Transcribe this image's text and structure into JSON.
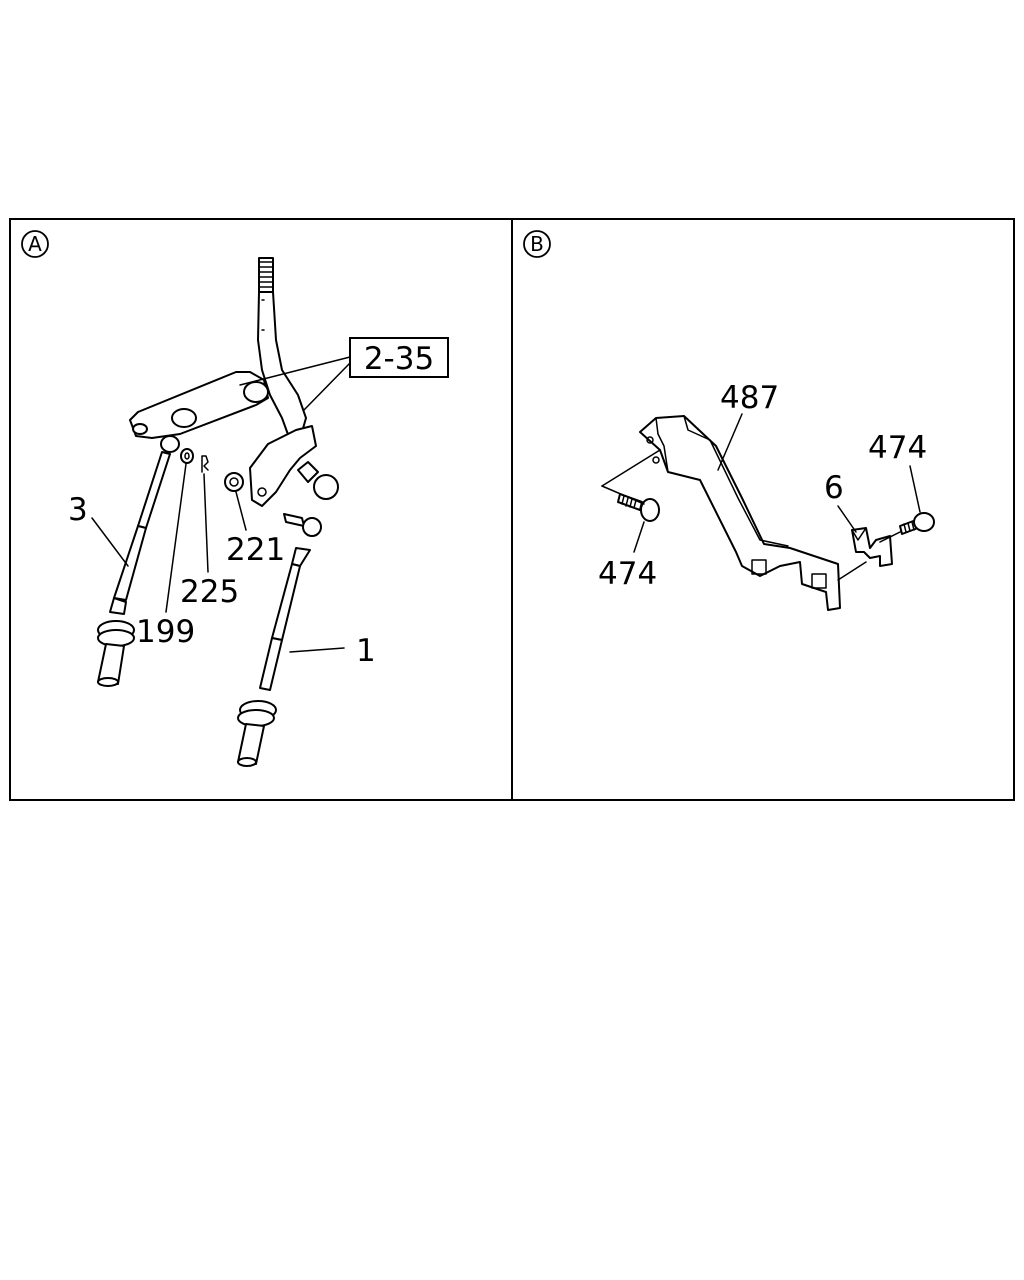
{
  "panels": [
    {
      "id": "A",
      "badge": "A"
    },
    {
      "id": "B",
      "badge": "B"
    }
  ],
  "callouts": {
    "a_2_35": "2-35",
    "a_3": "3",
    "a_199": "199",
    "a_225": "225",
    "a_221": "221",
    "a_1": "1",
    "b_487": "487",
    "b_474_top": "474",
    "b_6": "6",
    "b_474_left": "474"
  }
}
